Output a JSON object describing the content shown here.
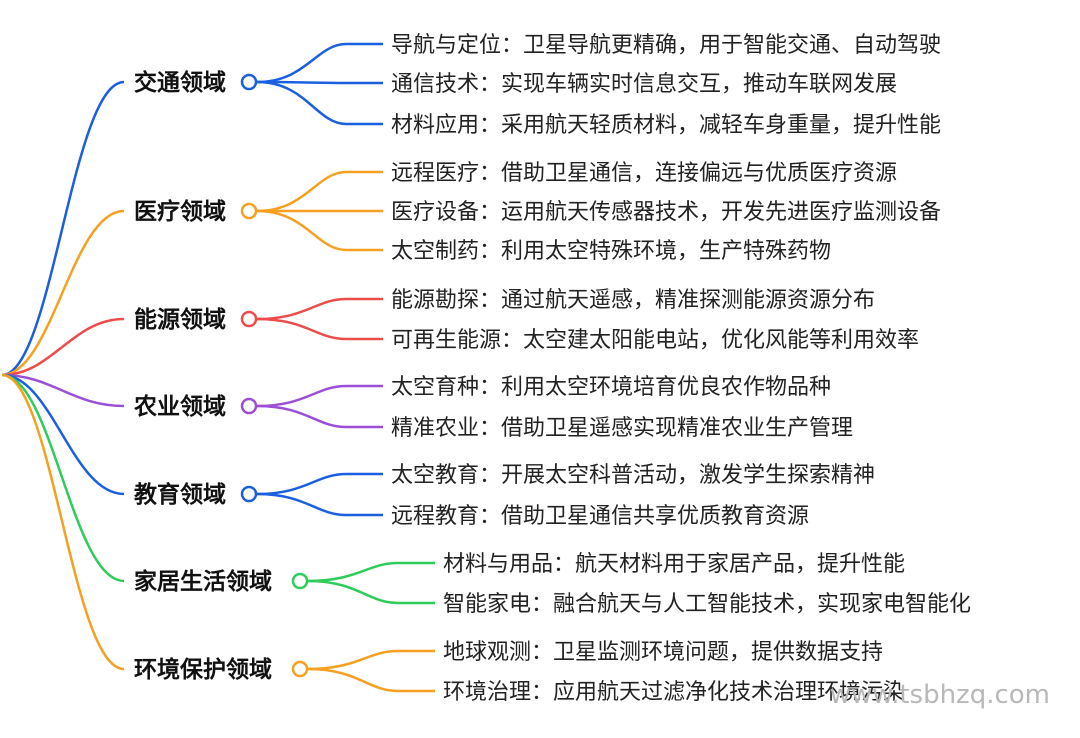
{
  "branches": [
    {
      "label": "交通领域",
      "color": "#1a5fe0",
      "leaves": [
        "导航与定位：卫星导航更精确，用于智能交通、自动驾驶",
        "通信技术：实现车辆实时信息交互，推动车联网发展",
        "材料应用：采用航天轻质材料，减轻车身重量，提升性能"
      ]
    },
    {
      "label": "医疗领域",
      "color": "#f5a020",
      "leaves": [
        "远程医疗：借助卫星通信，连接偏远与优质医疗资源",
        "医疗设备：运用航天传感器技术，开发先进医疗监测设备",
        "太空制药：利用太空特殊环境，生产特殊药物"
      ]
    },
    {
      "label": "能源领域",
      "color": "#ee4b4b",
      "leaves": [
        "能源勘探：通过航天遥感，精准探测能源资源分布",
        "可再生能源：太空建太阳能电站，优化风能等利用效率"
      ]
    },
    {
      "label": "农业领域",
      "color": "#9b4fd6",
      "leaves": [
        "太空育种：利用太空环境培育优良农作物品种",
        "精准农业：借助卫星遥感实现精准农业生产管理"
      ]
    },
    {
      "label": "教育领域",
      "color": "#1a5fe0",
      "leaves": [
        "太空教育：开展太空科普活动，激发学生探索精神",
        "远程教育：借助卫星通信共享优质教育资源"
      ]
    },
    {
      "label": "家居生活领域",
      "color": "#2ecc5a",
      "leaves": [
        "材料与用品：航天材料用于家居产品，提升性能",
        "智能家电：融合航天与人工智能技术，实现家电智能化"
      ]
    },
    {
      "label": "环境保护领域",
      "color": "#f5a020",
      "leaves": [
        "地球观测：卫星监测环境问题，提供数据支持",
        "环境治理：应用航天过滤净化技术治理环境污染"
      ]
    }
  ],
  "watermark": "www.tsbhzq.com"
}
